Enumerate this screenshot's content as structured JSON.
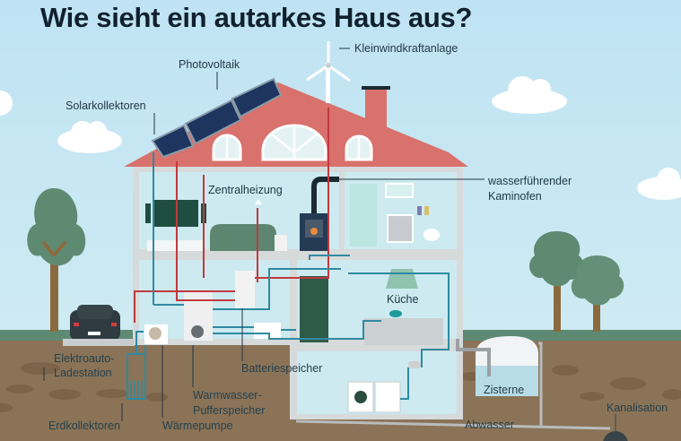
{
  "title": "Wie sieht ein autarkes Haus aus?",
  "labels": {
    "kleinwindkraftanlage": "Kleinwindkraftanlage",
    "photovoltaik": "Photovoltaik",
    "solarkollektoren": "Solarkollektoren",
    "zentralheizung": "Zentralheizung",
    "kaminofen_line1": "wasserführender",
    "kaminofen_line2": "Kaminofen",
    "kueche": "Küche",
    "elektroauto_line1": "Elektroauto-",
    "elektroauto_line2": "Ladestation",
    "batteriespeicher": "Batteriespeicher",
    "warmwasser_line1": "Warmwasser-",
    "warmwasser_line2": "Pufferspeicher",
    "erdkollektoren": "Erdkollektoren",
    "waermepumpe": "Wärmepumpe",
    "abwasser": "Abwasser",
    "zisterne": "Zisterne",
    "kanalisation": "Kanalisation"
  },
  "colors": {
    "sky": "#c6e6f2",
    "roof": "#d9716c",
    "ground": "#8b7357",
    "grass": "#5e8a74",
    "wall": "#d6dadb",
    "room": "#cdeaf0",
    "hot_pipe": "#c0393e",
    "cold_pipe": "#2f8aa0",
    "tree": "#5f8a72",
    "trunk": "#8b6a40"
  }
}
